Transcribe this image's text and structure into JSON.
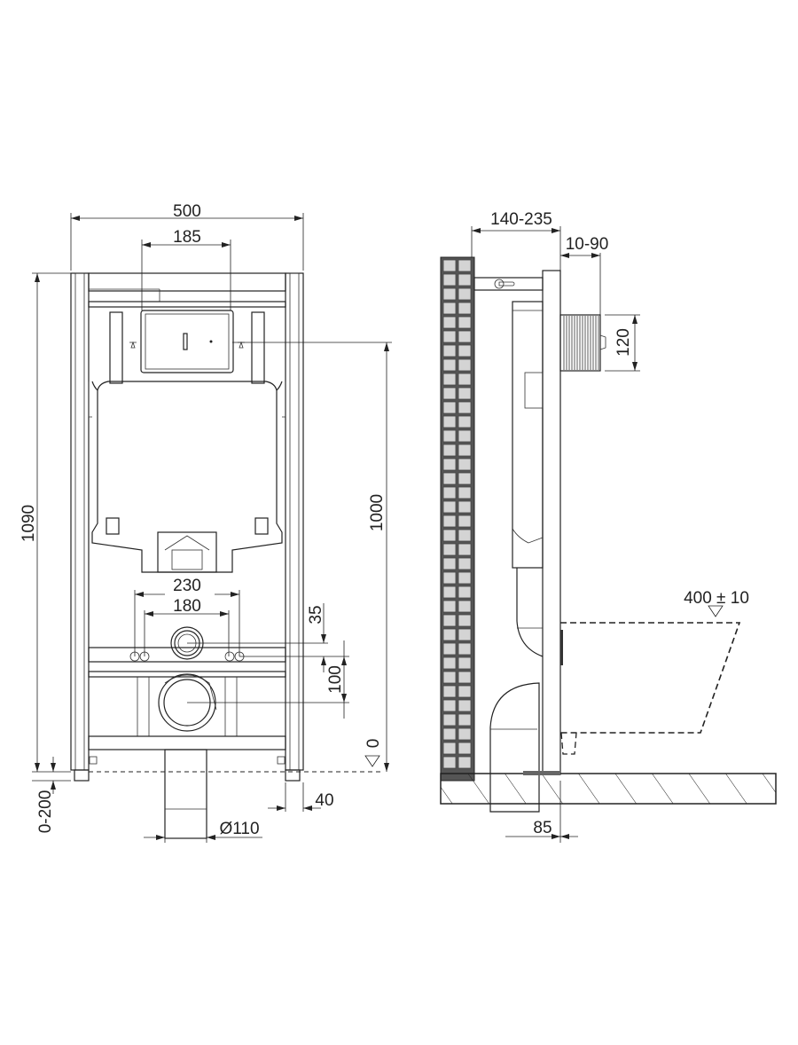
{
  "front_view": {
    "width_total": "500",
    "width_plate": "185",
    "height_total": "1090",
    "height_actuator": "1000",
    "foot_adjust": "0-200",
    "rod_spacing_outer": "230",
    "rod_spacing_inner": "180",
    "inlet_offset": "35",
    "outlet_offset": "100",
    "floor_level": "0",
    "foot_width": "40",
    "pipe_diameter": "Ø110"
  },
  "side_view": {
    "depth_range": "140-235",
    "plate_offset": "10-90",
    "plate_height": "120",
    "seat_height": "400 ± 10",
    "pipe_offset": "85"
  },
  "colors": {
    "line": "#222222",
    "tile": "#d4d4d4"
  }
}
